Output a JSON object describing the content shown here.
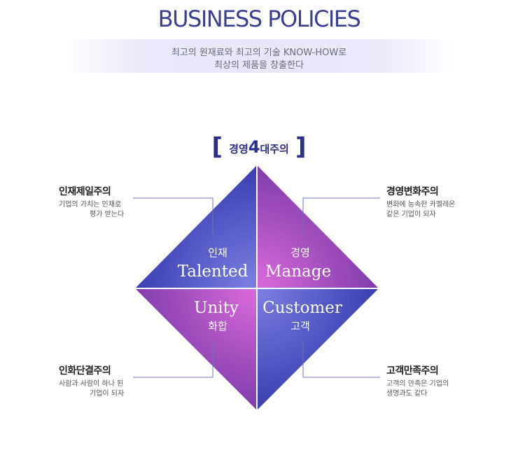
{
  "header": {
    "title": "BUSINESS POLICIES",
    "subtitle_line1": "최고의 원재료와 최고의 기술 KNOW-HOW로",
    "subtitle_line2": "최상의 제품을 창출한다"
  },
  "heading": {
    "open_bracket": "[",
    "part1": "경영",
    "number": "4",
    "part2": "대주의",
    "close_bracket": "]"
  },
  "quadrants": {
    "top_left": {
      "ko": "인재",
      "en": "Talented"
    },
    "top_right": {
      "ko": "경영",
      "en": "Manage"
    },
    "bottom_left": {
      "en": "Unity",
      "ko": "화합"
    },
    "bottom_right": {
      "en": "Customer",
      "ko": "고객"
    }
  },
  "principles": {
    "talent": {
      "title": "인재제일주의",
      "desc1": "기업의 가치는 인재로",
      "desc2": "평가 받는다"
    },
    "change": {
      "title": "경영변화주의",
      "desc1": "변화에 능속한 카멜레온",
      "desc2": "같은 기업이 되자"
    },
    "harmony": {
      "title": "인화단결주의",
      "desc1": "사람과 사람이 하나 된",
      "desc2": "기업이 되자"
    },
    "customer": {
      "title": "고객만족주의",
      "desc1": "고객의 만족은 기업의",
      "desc2": "생명과도 같다"
    }
  },
  "colors": {
    "blue_dark": "#3a3fb0",
    "blue_light": "#7d7fe0",
    "purple_dark": "#7a3aa8",
    "magenta_light": "#d868d8",
    "connector": "#6f73b8",
    "title": "#3b3f8f"
  }
}
